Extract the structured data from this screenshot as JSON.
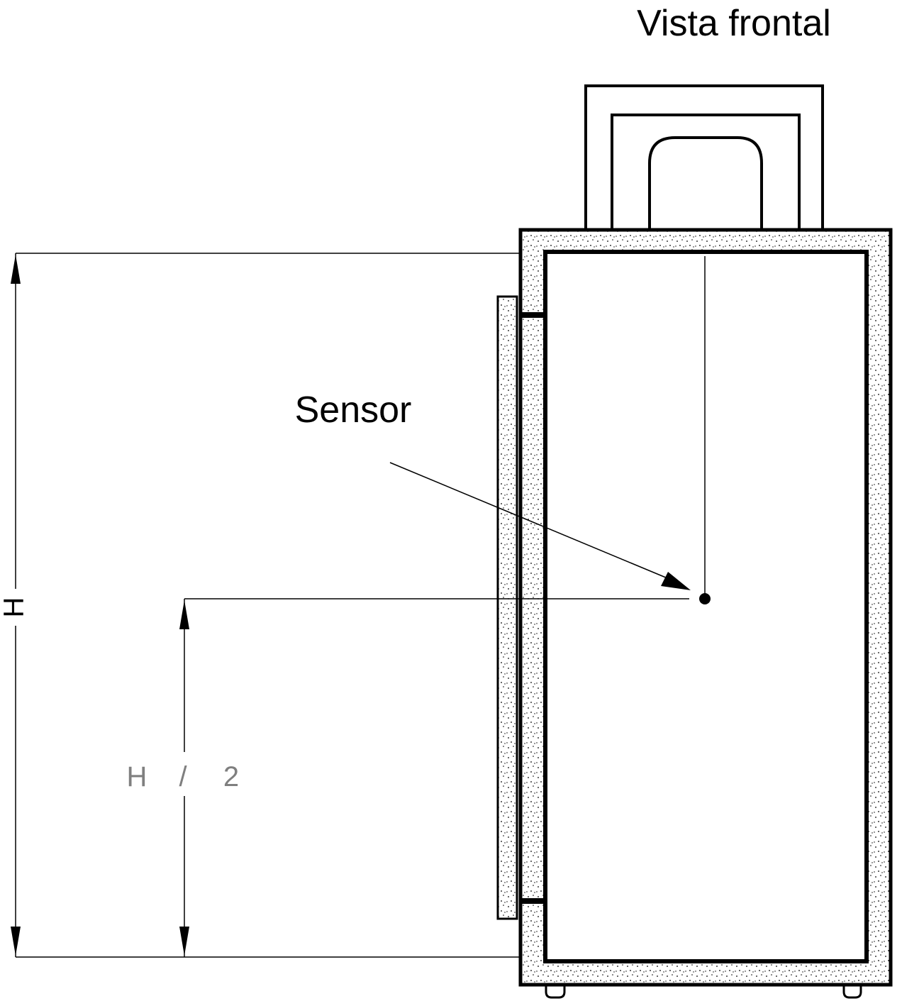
{
  "title": "Vista frontal",
  "sensor_label": "Sensor",
  "dim_full": "H",
  "dim_half": {
    "left": "H",
    "slash": "/",
    "right": "2"
  },
  "colors": {
    "line": "#000000",
    "dim_half_text": "#7f7f7f",
    "background": "#ffffff"
  }
}
